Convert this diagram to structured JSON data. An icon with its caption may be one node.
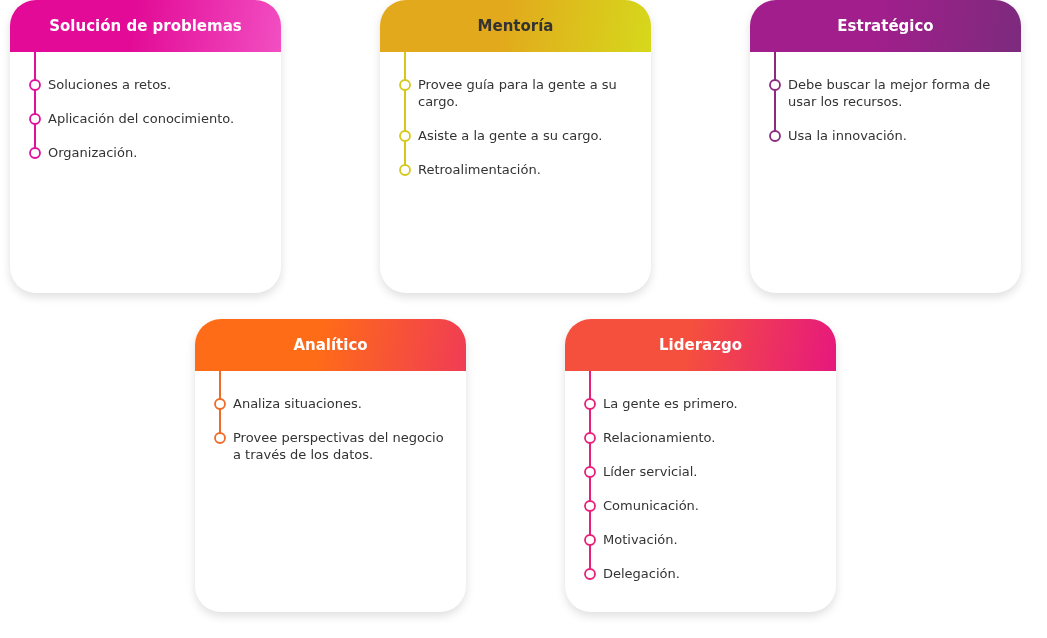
{
  "diagram": {
    "nodes": [
      {
        "text": [
          "Solución de problemas",
          "Soluciones a retos.",
          "Aplicación del conocimiento.",
          "Organización."
        ]
      },
      {
        "text": [
          "Mentoría",
          "Provee guía para la gente a su cargo.",
          "Asiste a la gente a su cargo.",
          "Retroalimentación."
        ]
      },
      {
        "text": [
          "Estratégico",
          "Debe buscar la mejor forma de usar los recursos.",
          "Usa la innovación."
        ]
      },
      {
        "text": [
          "Analítico",
          "Analiza situaciones.",
          "Provee perspectivas del negocio a través de los datos."
        ]
      },
      {
        "text": [
          "Liderazgo",
          "La gente es primero.",
          "Relacionamiento.",
          "Líder servicial.",
          "Comunicación.",
          "Motivación.",
          "Delegación."
        ]
      }
    ]
  }
}
